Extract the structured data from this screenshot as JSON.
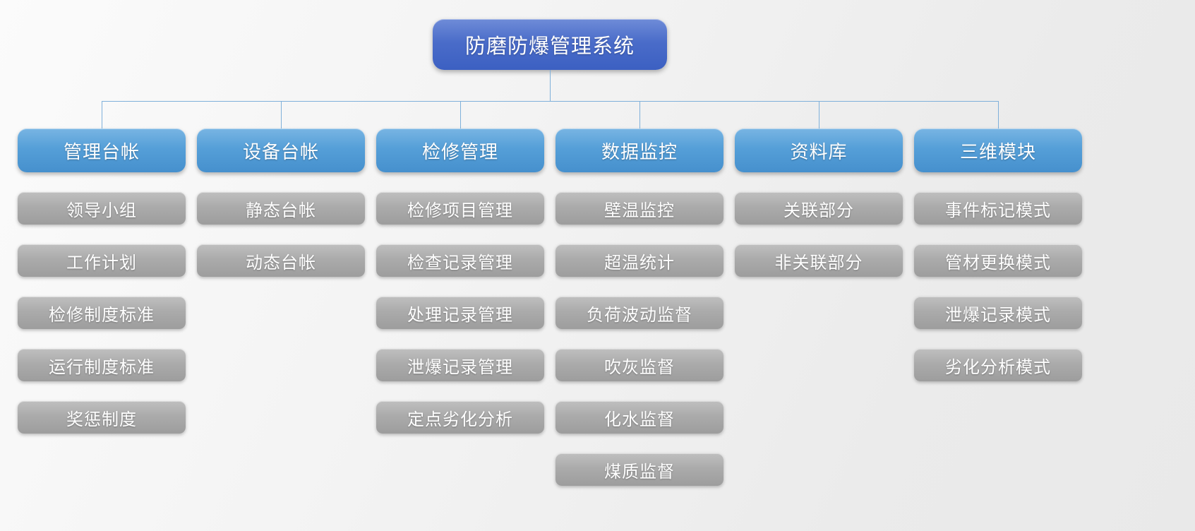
{
  "diagram": {
    "type": "org-chart",
    "root": "防磨防爆管理系统",
    "branches": [
      {
        "label": "管理台帐",
        "children": [
          "领导小组",
          "工作计划",
          "检修制度标准",
          "运行制度标准",
          "奖惩制度"
        ]
      },
      {
        "label": "设备台帐",
        "children": [
          "静态台帐",
          "动态台帐"
        ]
      },
      {
        "label": "检修管理",
        "children": [
          "检修项目管理",
          "检查记录管理",
          "处理记录管理",
          "泄爆记录管理",
          "定点劣化分析"
        ]
      },
      {
        "label": "数据监控",
        "children": [
          "壁温监控",
          "超温统计",
          "负荷波动监督",
          "吹灰监督",
          "化水监督",
          "煤质监督"
        ]
      },
      {
        "label": "资料库",
        "children": [
          "关联部分",
          "非关联部分"
        ]
      },
      {
        "label": "三维模块",
        "children": [
          "事件标记模式",
          "管材更换模式",
          "泄爆记录模式",
          "劣化分析模式"
        ]
      }
    ],
    "colors": {
      "root_node": "#3f63c3",
      "branch_node": "#4f97d2",
      "child_node": "#a8a8a8",
      "connector_line": "#7fb0da",
      "node_text": "#ffffff",
      "background": "#f2f2f2"
    }
  }
}
